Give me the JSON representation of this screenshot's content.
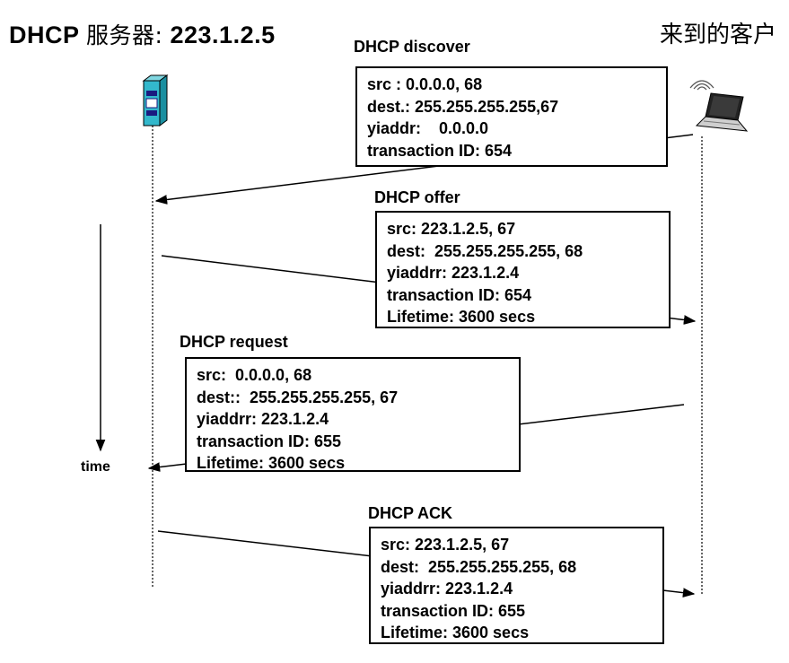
{
  "title": {
    "prefix": "DHCP",
    "server_label": "服务器:",
    "server_ip": "223.1.2.5"
  },
  "client_title": "来到的客户",
  "time_label": "time",
  "icons": {
    "server": "server-tower-icon",
    "client": "wireless-laptop-icon"
  },
  "messages": [
    {
      "id": "discover",
      "label": "DHCP discover",
      "direction": "client-to-server",
      "lines": [
        "src : 0.0.0.0, 68",
        "dest.: 255.255.255.255,67",
        "yiaddr:    0.0.0.0",
        "transaction ID: 654"
      ]
    },
    {
      "id": "offer",
      "label": "DHCP offer",
      "direction": "server-to-client",
      "lines": [
        "src: 223.1.2.5, 67",
        "dest:  255.255.255.255, 68",
        "yiaddrr: 223.1.2.4",
        "transaction ID: 654",
        "Lifetime: 3600 secs"
      ]
    },
    {
      "id": "request",
      "label": "DHCP request",
      "direction": "client-to-server",
      "lines": [
        "src:  0.0.0.0, 68",
        "dest::  255.255.255.255, 67",
        "yiaddrr: 223.1.2.4",
        "transaction ID: 655",
        "Lifetime: 3600 secs"
      ]
    },
    {
      "id": "ack",
      "label": "DHCP ACK",
      "direction": "server-to-client",
      "lines": [
        "src: 223.1.2.5, 67",
        "dest:  255.255.255.255, 68",
        "yiaddrr: 223.1.2.4",
        "transaction ID: 655",
        "Lifetime: 3600 secs"
      ]
    }
  ]
}
